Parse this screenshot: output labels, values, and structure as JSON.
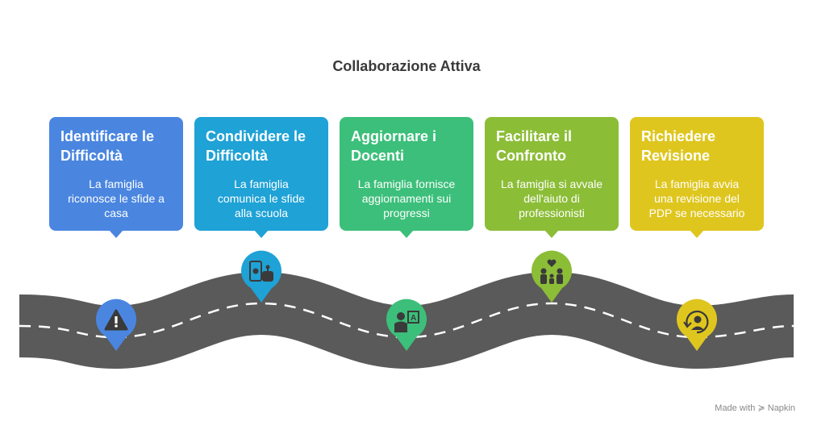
{
  "title": "Collaborazione Attiva",
  "steps": [
    {
      "title": "Identificare le\nDifficoltà",
      "description": "La famiglia\nriconosce le sfide a\ncasa",
      "color": "#4a86e0",
      "icon": "warning-icon"
    },
    {
      "title": "Condividere le\nDifficoltà",
      "description": "La famiglia\ncomunica le sfide\nalla scuola",
      "color": "#1fa2d6",
      "icon": "phone-robot-icon"
    },
    {
      "title": "Aggiornare i\nDocenti",
      "description": "La famiglia fornisce\naggiornamenti sui\nprogressi",
      "color": "#3cbf7a",
      "icon": "teacher-board-icon"
    },
    {
      "title": "Facilitare il\nConfronto",
      "description": "La famiglia si avvale\ndell'aiuto di\nprofessionisti",
      "color": "#8cbd37",
      "icon": "family-heart-icon"
    },
    {
      "title": "Richiedere\nRevisione",
      "description": "La famiglia avvia\nuna revisione del\nPDP se necessario",
      "color": "#dfc61f",
      "icon": "review-person-icon"
    }
  ],
  "watermark": "Made with ≽ Napkin"
}
